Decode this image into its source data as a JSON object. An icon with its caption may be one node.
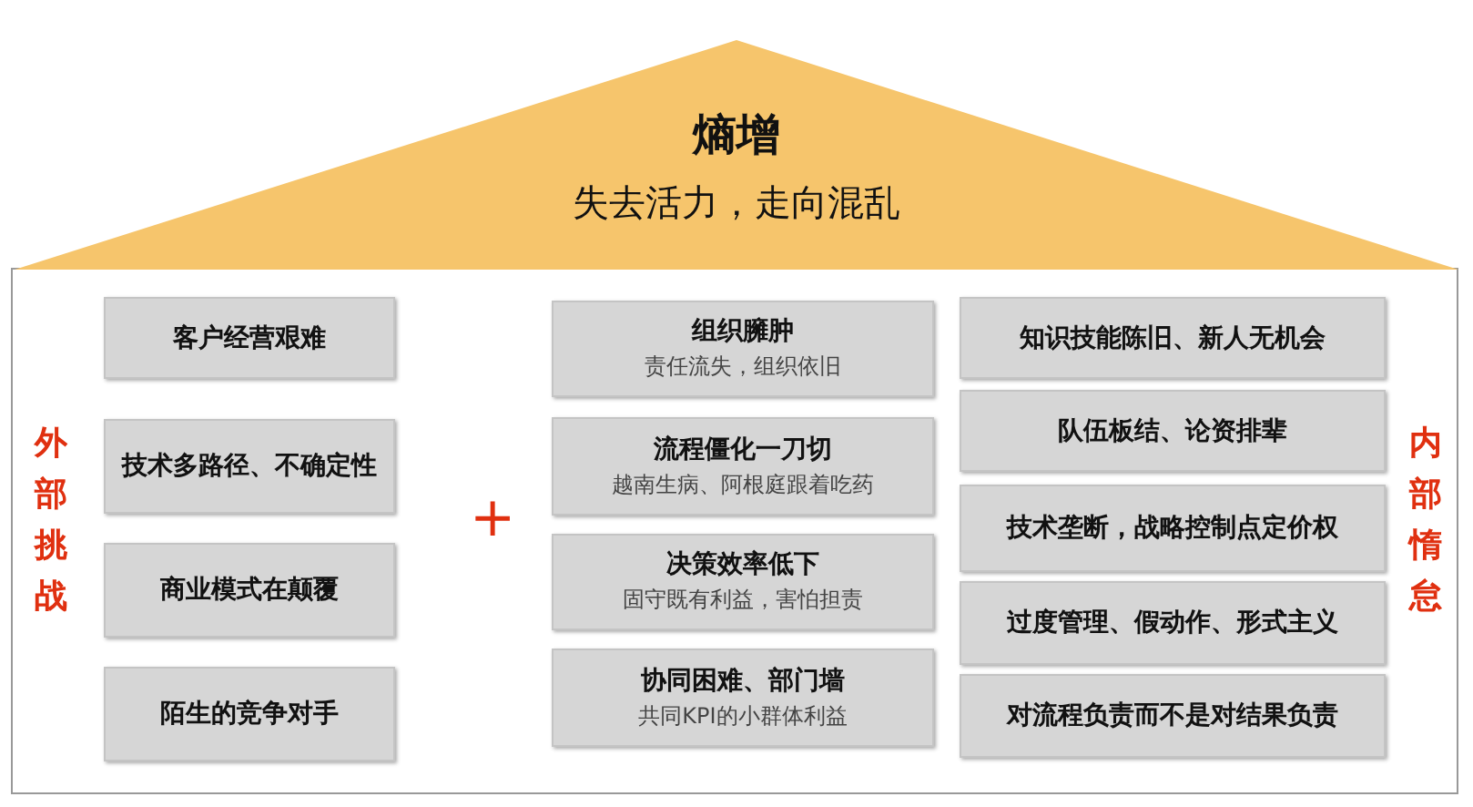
{
  "diagram": {
    "nodes": [
      {
        "text": [
          "熵增",
          "失去活力，走向混乱"
        ]
      },
      {
        "text": [
          "客户经营艰难"
        ]
      },
      {
        "text": [
          "技术多路径、不确定性"
        ]
      },
      {
        "text": [
          "商业模式在颠覆"
        ]
      },
      {
        "text": [
          "陌生的竞争对手"
        ]
      },
      {
        "text": [
          "组织臃肿",
          "责任流失，组织依旧"
        ]
      },
      {
        "text": [
          "流程僵化一刀切",
          "越南生病、阿根庭跟着吃药"
        ]
      },
      {
        "text": [
          "决策效率低下",
          "固守既有利益，害怕担责"
        ]
      },
      {
        "text": [
          "协同困难、部门墙",
          "共同KPI的小群体利益"
        ]
      },
      {
        "text": [
          "知识技能陈旧、新人无机会"
        ]
      },
      {
        "text": [
          "队伍板结、论资排辈"
        ]
      },
      {
        "text": [
          "技术垄断，战略控制点定价权"
        ]
      },
      {
        "text": [
          "过度管理、假动作、形式主义"
        ]
      },
      {
        "text": [
          "对流程负责而不是对结果负责"
        ]
      }
    ],
    "edges": [],
    "labels": [
      "外部挑战",
      "+",
      "内部惰怠"
    ]
  }
}
